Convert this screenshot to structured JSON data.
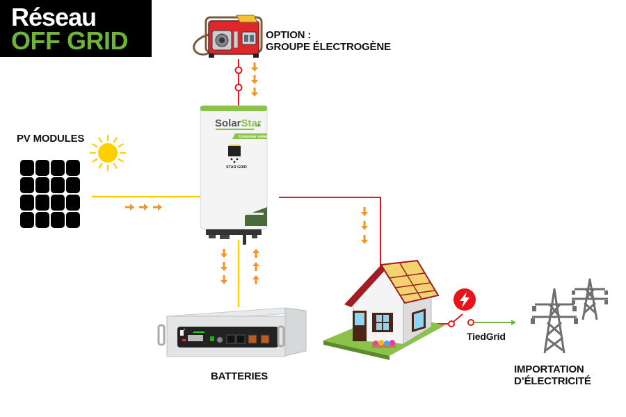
{
  "title": {
    "line1": "Réseau",
    "line2": "OFF GRID"
  },
  "colors": {
    "title_bg": "#000000",
    "title_accent": "#6fb43a",
    "dc_line": "#ffd000",
    "ac_line": "#e8141b",
    "flow_arrow": "#f7931e",
    "grid_line": "#6fb43a",
    "pylon": "#6d6e70"
  },
  "components": {
    "generator": {
      "label_line1": "OPTION :",
      "label_line2": "GROUPE ÉLECTROGÈNE",
      "icon": "generator-icon"
    },
    "pv": {
      "label": "PV MODULES",
      "icon": "solar-panel-icon",
      "sun_icon": "sun-icon"
    },
    "inverter": {
      "brand": "SolarStar",
      "brand_suffix": ".be",
      "tagline": "Compteur solaire !",
      "model": "STAR GRID",
      "icon": "inverter-icon"
    },
    "batteries": {
      "label": "BATTERIES",
      "icon": "battery-rack-icon"
    },
    "house": {
      "icon": "house-icon"
    },
    "grid_switch": {
      "label": "TiedGrid",
      "icon": "lightning-icon"
    },
    "grid": {
      "label_line1": "IMPORTATION",
      "label_line2": "D’ÉLECTRICITÉ",
      "icon": "power-pylon-icon"
    }
  },
  "flows": [
    {
      "from": "generator",
      "to": "inverter",
      "direction": "down",
      "arrows": 3
    },
    {
      "from": "pv",
      "to": "inverter",
      "direction": "right",
      "arrows": 3
    },
    {
      "from": "inverter",
      "to": "batteries",
      "direction": "down",
      "arrows": 3
    },
    {
      "from": "batteries",
      "to": "inverter",
      "direction": "up",
      "arrows": 3
    },
    {
      "from": "inverter",
      "to": "house",
      "direction": "down",
      "arrows": 3
    }
  ]
}
